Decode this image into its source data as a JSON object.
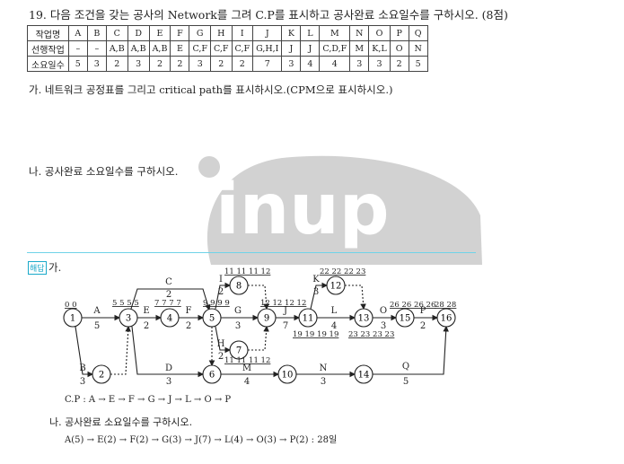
{
  "question": {
    "title": "19. 다음 조건을 갖는 공사의 Network를 그려 C.P를 표시하고 공사완료 소요일수를 구하시오. (8점)",
    "table": {
      "row_headers": [
        "작업명",
        "선행작업",
        "소요일수"
      ],
      "activities": [
        "A",
        "B",
        "C",
        "D",
        "E",
        "F",
        "G",
        "H",
        "I",
        "J",
        "K",
        "L",
        "M",
        "N",
        "O",
        "P",
        "Q"
      ],
      "predecessors": [
        "–",
        "–",
        "A,B",
        "A,B",
        "A,B",
        "E",
        "C,F",
        "C,F",
        "C,F",
        "G,H,I",
        "J",
        "J",
        "C,D,F",
        "M",
        "K,L",
        "O",
        "N"
      ],
      "durations": [
        "5",
        "3",
        "2",
        "3",
        "2",
        "2",
        "3",
        "2",
        "2",
        "7",
        "3",
        "4",
        "4",
        "3",
        "3",
        "2",
        "5"
      ]
    },
    "part_a": "가. 네트워크 공정표를 그리고 critical path를 표시하시오.(CPM으로 표시하시오.)",
    "part_b": "나. 공사완료 소요일수를 구하시오."
  },
  "watermark": "inup",
  "answer": {
    "tag": "해답",
    "part_a_label": "가.",
    "network": {
      "nodes": [
        {
          "id": "1"
        },
        {
          "id": "2"
        },
        {
          "id": "3"
        },
        {
          "id": "4"
        },
        {
          "id": "5"
        },
        {
          "id": "6"
        },
        {
          "id": "7"
        },
        {
          "id": "8"
        },
        {
          "id": "9"
        },
        {
          "id": "10"
        },
        {
          "id": "11"
        },
        {
          "id": "12"
        },
        {
          "id": "13"
        },
        {
          "id": "14"
        },
        {
          "id": "15"
        },
        {
          "id": "16"
        }
      ],
      "activities": [
        {
          "name": "A",
          "dur": "5"
        },
        {
          "name": "B",
          "dur": "3"
        },
        {
          "name": "C",
          "dur": "2"
        },
        {
          "name": "D",
          "dur": "3"
        },
        {
          "name": "E",
          "dur": "2"
        },
        {
          "name": "F",
          "dur": "2"
        },
        {
          "name": "G",
          "dur": "3"
        },
        {
          "name": "H",
          "dur": "2"
        },
        {
          "name": "I",
          "dur": "2"
        },
        {
          "name": "J",
          "dur": "7"
        },
        {
          "name": "K",
          "dur": "3"
        },
        {
          "name": "L",
          "dur": "4"
        },
        {
          "name": "M",
          "dur": "4"
        },
        {
          "name": "N",
          "dur": "3"
        },
        {
          "name": "O",
          "dur": "3"
        },
        {
          "name": "P",
          "dur": "2"
        },
        {
          "name": "Q",
          "dur": "5"
        }
      ],
      "times": {
        "n1": "0 0",
        "n3": "5 5 5 5",
        "n4": "7 7 7 7",
        "n5": "9 9 9 9",
        "n8": "11 11 11 12",
        "n7": "11 11 11 12",
        "n9": "12 12 12 12",
        "n11": "19 19 19 19",
        "n12": "22 22 22 23",
        "n13": "23 23 23 23",
        "n15": "26 26 26 26",
        "n16": "28 28"
      }
    },
    "cp": "C.P : A → E → F → G → J → L → O → P",
    "part_b": "나. 공사완료 소요일수를 구하시오.",
    "part_b_answer": "A(5) → E(2) → F(2) → G(3) → J(7) → L(4) → O(3) → P(2) : 28일"
  }
}
